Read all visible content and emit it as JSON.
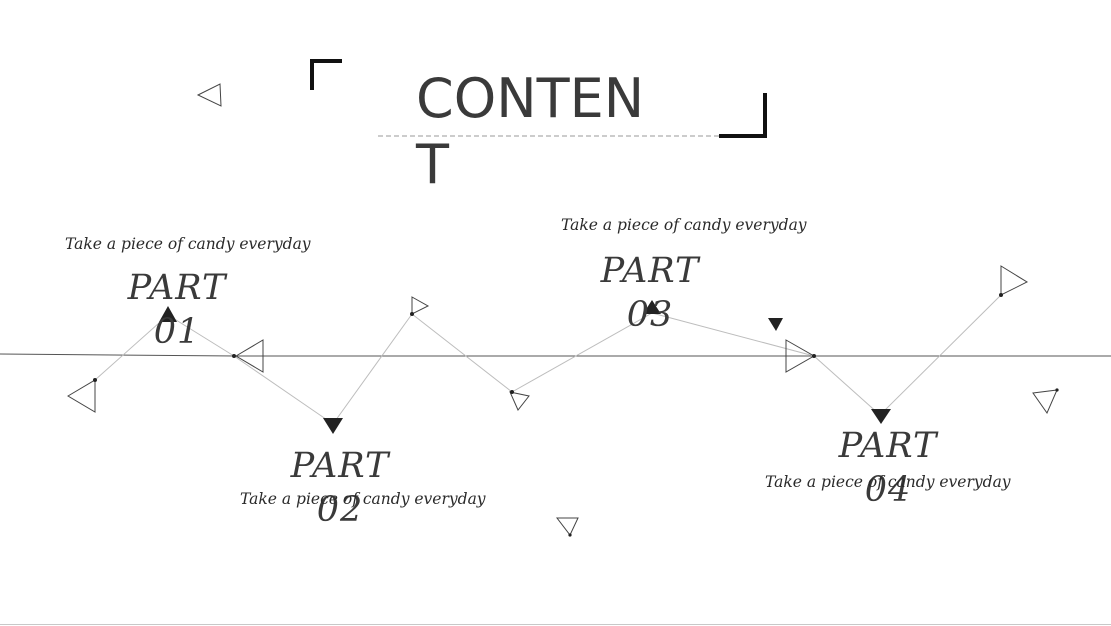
{
  "title": "CONTENT",
  "parts": [
    {
      "label": "PART 01",
      "caption": "Take a piece of candy everyday"
    },
    {
      "label": "PART 02",
      "caption": "Take a piece of candy everyday"
    },
    {
      "label": "PART 03",
      "caption": "Take a piece of candy everyday"
    },
    {
      "label": "PART 04",
      "caption": "Take a piece of candy everyday"
    }
  ],
  "colors": {
    "ink": "#3a3a3a",
    "line": "#555555",
    "thin_line": "#bdbdbd",
    "filled_triangle": "#222222"
  }
}
